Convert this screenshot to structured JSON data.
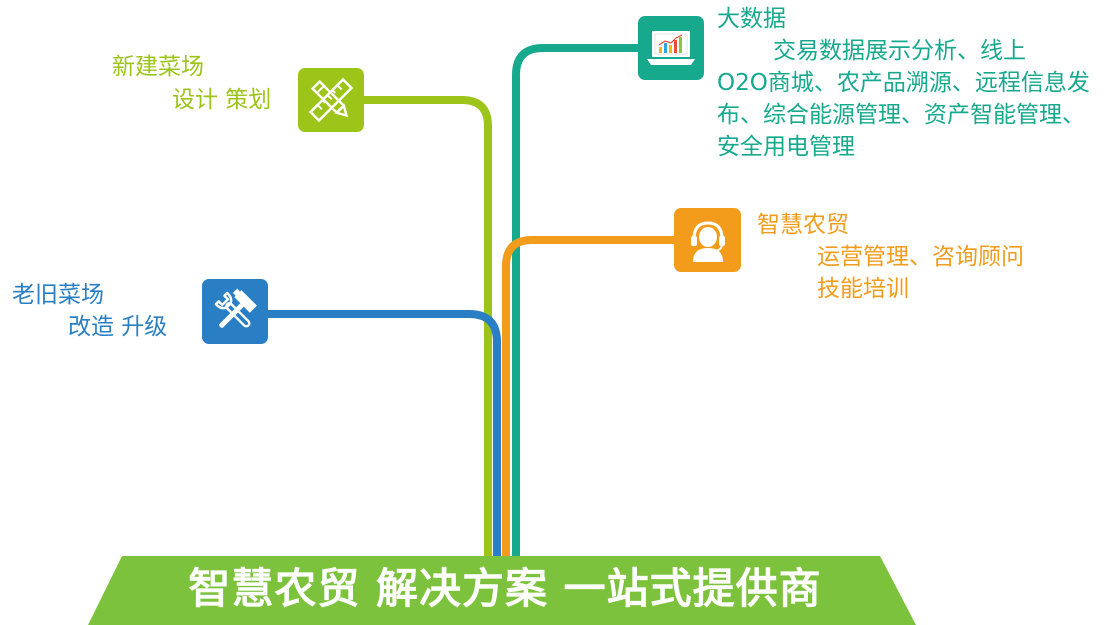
{
  "colors": {
    "green_light": "#9cc419",
    "teal": "#17a98e",
    "orange": "#f39c1c",
    "blue": "#2a7fc4",
    "banner": "#7dc23c"
  },
  "branches": {
    "new_market": {
      "title": "新建菜场",
      "subtitle": "设计 策划",
      "icon": "pencil-ruler-icon"
    },
    "old_market": {
      "title": "老旧菜场",
      "subtitle": "改造 升级",
      "icon": "wrench-hammer-icon"
    },
    "big_data": {
      "title": "大数据",
      "desc_line1": "交易数据展示分析、线上",
      "desc_rest": "O2O商城、农产品溯源、远程信息发布、综合能源管理、资产智能管理、安全用电管理",
      "icon": "laptop-chart-icon"
    },
    "smart_trade": {
      "title": "智慧农贸",
      "desc_line1": "运营管理、咨询顾问",
      "desc_line2": "技能培训",
      "icon": "headset-user-icon"
    }
  },
  "banner": {
    "text": "智慧农贸 解决方案 一站式提供商"
  }
}
